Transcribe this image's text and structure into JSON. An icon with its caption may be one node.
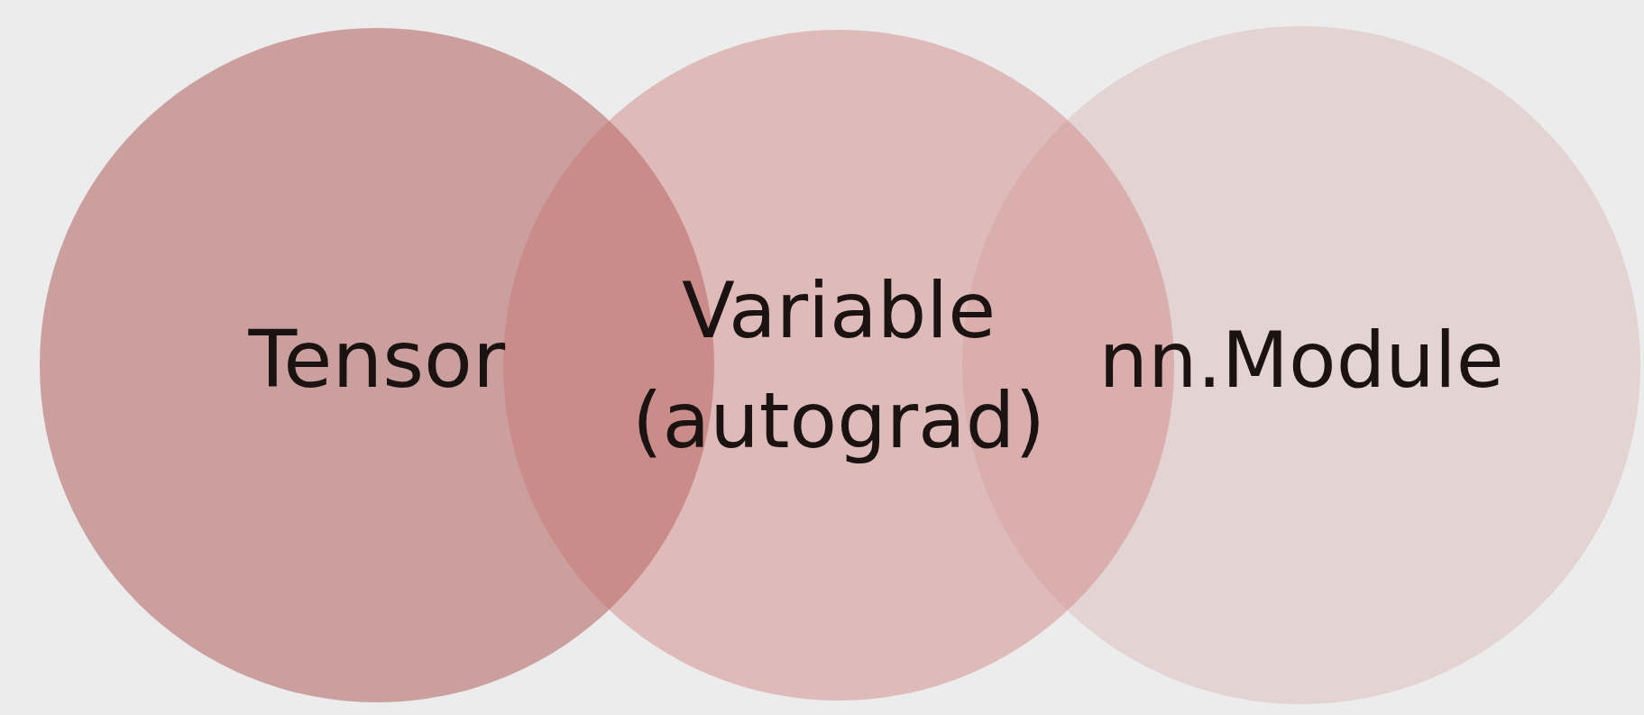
{
  "diagram": {
    "nodes": [
      {
        "text": [
          "Tensor"
        ]
      },
      {
        "text": [
          "Variable (autograd)"
        ]
      },
      {
        "text": [
          "nn.Module"
        ]
      }
    ]
  }
}
